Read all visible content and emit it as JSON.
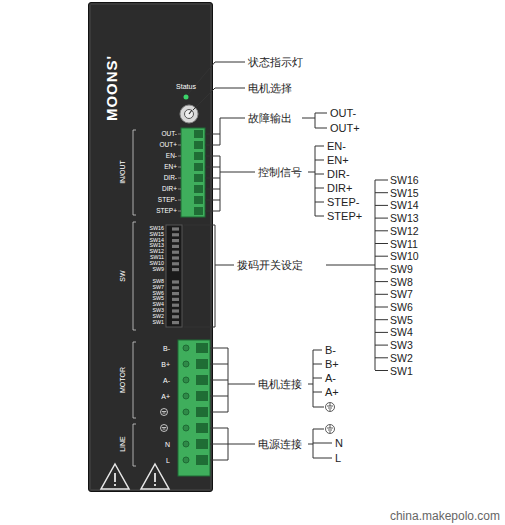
{
  "diagram": {
    "nodes": [
      {
        "text": [
          "MOONS'"
        ]
      }
    ],
    "labels": [
      "Status",
      "OUT-",
      "OUT+",
      "EN-",
      "EN+",
      "DIR-",
      "DIR+",
      "STEP-",
      "STEP+",
      "IN/OUT",
      "SW16",
      "SW15",
      "SW14",
      "SW13",
      "SW12",
      "SW11",
      "SW10",
      "SW9",
      "SW",
      "SW8",
      "SW7",
      "SW6",
      "SW5",
      "SW4",
      "SW3",
      "SW2",
      "SW1",
      "B-",
      "B+",
      "A-",
      "A+",
      "N",
      "L",
      "MOTOR",
      "LINE",
      "状态指示灯",
      "电机选择",
      "故障输出",
      "OUT-",
      "OUT+",
      "控制信号",
      "EN-",
      "EN+",
      "DIR-",
      "DIR+",
      "STEP-",
      "STEP+",
      "拨码开关设定",
      "SW16",
      "SW15",
      "SW14",
      "SW13",
      "SW12",
      "SW11",
      "SW10",
      "SW9",
      "SW8",
      "SW7",
      "SW6",
      "SW5",
      "SW4",
      "SW3",
      "SW2",
      "SW1",
      "电机连接",
      "B-",
      "B+",
      "A-",
      "A+",
      "电源连接",
      "N",
      "L",
      "china.makepolo.com"
    ]
  }
}
